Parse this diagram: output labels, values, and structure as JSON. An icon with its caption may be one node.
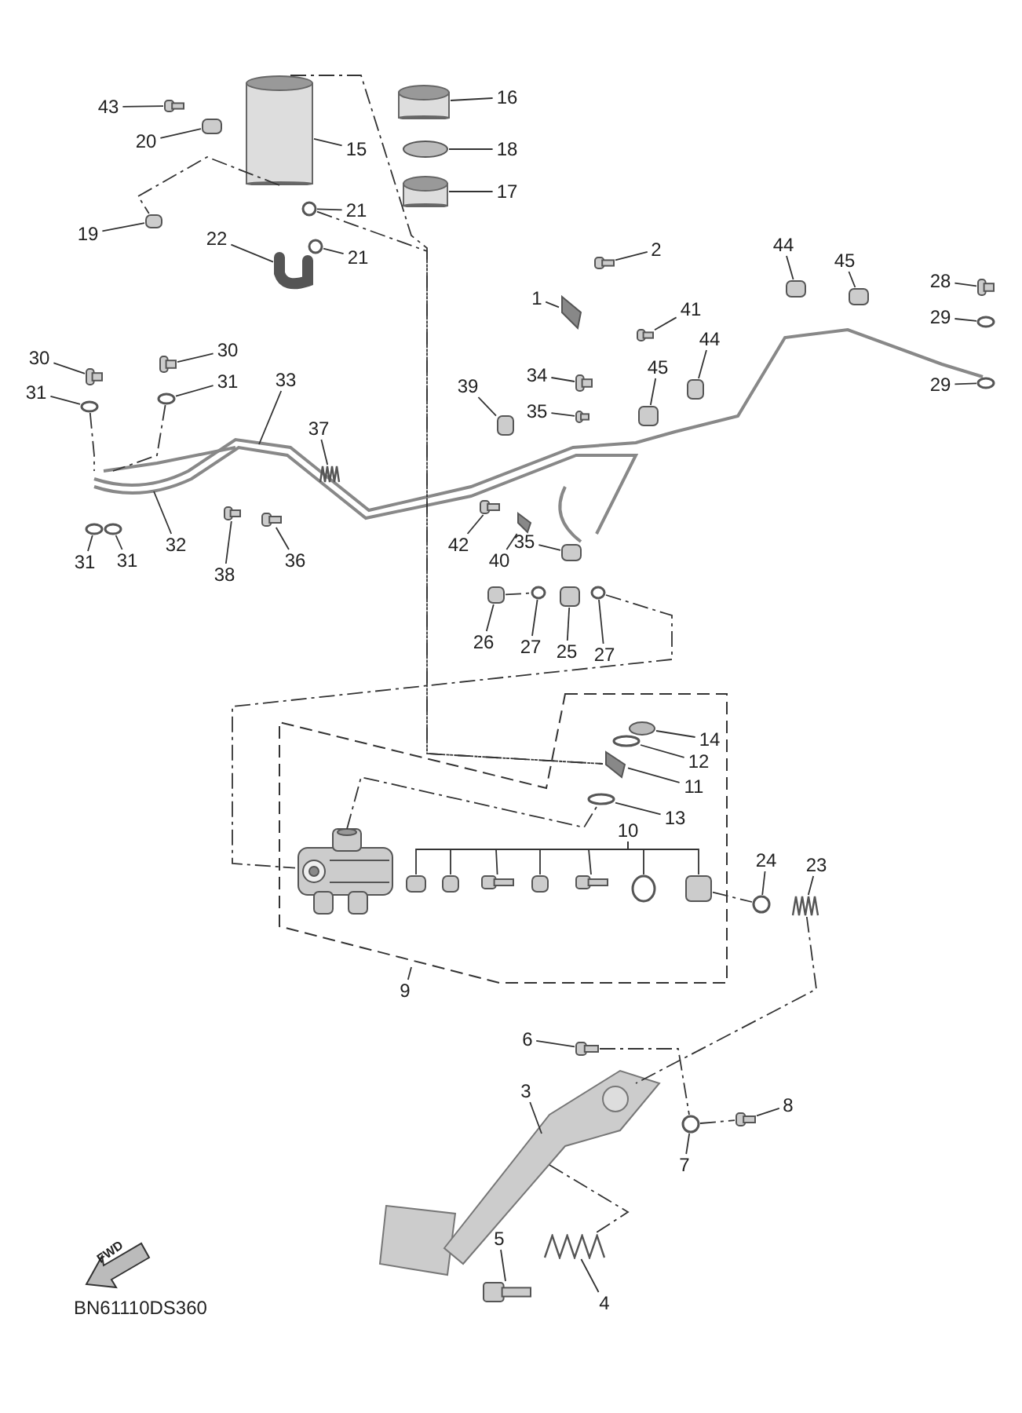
{
  "diagram": {
    "nodes": [
      {
        "text": [
          "16"
        ]
      },
      {
        "text": [
          "43"
        ]
      },
      {
        "text": [
          "20"
        ]
      },
      {
        "text": [
          "15"
        ]
      },
      {
        "text": [
          "18"
        ]
      },
      {
        "text": [
          "17"
        ]
      },
      {
        "text": [
          "21"
        ]
      },
      {
        "text": [
          "19"
        ]
      },
      {
        "text": [
          "22"
        ]
      },
      {
        "text": [
          "2"
        ]
      },
      {
        "text": [
          "44"
        ]
      },
      {
        "text": [
          "21"
        ]
      },
      {
        "text": [
          "45"
        ]
      },
      {
        "text": [
          "28"
        ]
      },
      {
        "text": [
          "1"
        ]
      },
      {
        "text": [
          "41"
        ]
      },
      {
        "text": [
          "29"
        ]
      },
      {
        "text": [
          "44"
        ]
      },
      {
        "text": [
          "30"
        ]
      },
      {
        "text": [
          "30"
        ]
      },
      {
        "text": [
          "45"
        ]
      },
      {
        "text": [
          "34"
        ]
      },
      {
        "text": [
          "33"
        ]
      },
      {
        "text": [
          "31"
        ]
      },
      {
        "text": [
          "29"
        ]
      },
      {
        "text": [
          "39"
        ]
      },
      {
        "text": [
          "31"
        ]
      },
      {
        "text": [
          "35"
        ]
      },
      {
        "text": [
          "37"
        ]
      },
      {
        "text": [
          "35"
        ]
      },
      {
        "text": [
          "42"
        ]
      },
      {
        "text": [
          "32"
        ]
      },
      {
        "text": [
          "40"
        ]
      },
      {
        "text": [
          "36"
        ]
      },
      {
        "text": [
          "31"
        ]
      },
      {
        "text": [
          "31"
        ]
      },
      {
        "text": [
          "38"
        ]
      },
      {
        "text": [
          "26"
        ]
      },
      {
        "text": [
          "27"
        ]
      },
      {
        "text": [
          "25"
        ]
      },
      {
        "text": [
          "27"
        ]
      },
      {
        "text": [
          "14"
        ]
      },
      {
        "text": [
          "12"
        ]
      },
      {
        "text": [
          "11"
        ]
      },
      {
        "text": [
          "13"
        ]
      },
      {
        "text": [
          "10"
        ]
      },
      {
        "text": [
          "24"
        ]
      },
      {
        "text": [
          "23"
        ]
      },
      {
        "text": [
          "9"
        ]
      },
      {
        "text": [
          "6"
        ]
      },
      {
        "text": [
          "3"
        ]
      },
      {
        "text": [
          "8"
        ]
      },
      {
        "text": [
          "7"
        ]
      },
      {
        "text": [
          "5"
        ]
      },
      {
        "text": [
          "4"
        ]
      },
      {
        "text": [],
        "shape": "cylinder"
      },
      {
        "text": [],
        "shape": "bar"
      },
      {
        "text": [],
        "shape": "box"
      },
      {
        "text": [],
        "shape": "cylinder"
      },
      {
        "text": [],
        "shape": "circle"
      },
      {
        "text": [],
        "shape": "cylinder"
      },
      {
        "text": [],
        "shape": "circle"
      },
      {
        "text": [],
        "shape": "box"
      },
      {
        "text": [],
        "shape": "picture"
      },
      {
        "text": [],
        "shape": "circle"
      },
      {
        "text": [],
        "shape": "bar"
      },
      {
        "text": [],
        "shape": "box"
      },
      {
        "text": [],
        "shape": "box"
      },
      {
        "text": [],
        "shape": "bar"
      },
      {
        "text": [],
        "shape": "picture"
      },
      {
        "text": [],
        "shape": "bar"
      },
      {
        "text": [],
        "shape": "circle"
      },
      {
        "text": [],
        "shape": "box"
      },
      {
        "text": [],
        "shape": "bar"
      },
      {
        "text": [],
        "shape": "bar"
      },
      {
        "text": [],
        "shape": "box"
      },
      {
        "text": [],
        "shape": "bar"
      },
      {
        "text": [],
        "shape": "picture"
      },
      {
        "text": [],
        "shape": "circle"
      },
      {
        "text": [],
        "shape": "box"
      },
      {
        "text": [],
        "shape": "circle"
      },
      {
        "text": [],
        "shape": "circle"
      },
      {
        "text": [],
        "shape": "bar"
      },
      {
        "text": [],
        "shape": "picture"
      },
      {
        "text": [],
        "shape": "box"
      },
      {
        "text": [],
        "shape": "bar"
      },
      {
        "text": [],
        "shape": "picture"
      },
      {
        "text": [],
        "shape": "bar"
      },
      {
        "text": [],
        "shape": "circle"
      },
      {
        "text": [],
        "shape": "circle"
      },
      {
        "text": [],
        "shape": "bar"
      },
      {
        "text": [],
        "shape": "box"
      },
      {
        "text": [],
        "shape": "circle"
      },
      {
        "text": [],
        "shape": "box"
      },
      {
        "text": [],
        "shape": "circle"
      },
      {
        "text": [],
        "shape": "circle"
      },
      {
        "text": [],
        "shape": "circle"
      },
      {
        "text": [],
        "shape": "picture"
      },
      {
        "text": [],
        "shape": "circle"
      },
      {
        "text": [],
        "shape": "box"
      },
      {
        "text": [],
        "shape": "box"
      },
      {
        "text": [],
        "shape": "bar"
      },
      {
        "text": [],
        "shape": "box"
      },
      {
        "text": [],
        "shape": "bar"
      },
      {
        "text": [],
        "shape": "circle"
      },
      {
        "text": [],
        "shape": "box"
      },
      {
        "text": [],
        "shape": "circle"
      },
      {
        "text": [],
        "shape": "picture"
      },
      {
        "text": [],
        "shape": "bar"
      },
      {
        "text": [],
        "shape": "picture"
      },
      {
        "text": [],
        "shape": "bar"
      },
      {
        "text": [],
        "shape": "circle"
      },
      {
        "text": [],
        "shape": "bar"
      },
      {
        "text": [],
        "shape": "picture"
      },
      {
        "text": [],
        "shape": "picture"
      }
    ],
    "edges": [
      {
        "from": 0,
        "to": 55,
        "arrow": "none"
      },
      {
        "from": 1,
        "to": 56,
        "arrow": "none"
      },
      {
        "from": 2,
        "to": 57,
        "arrow": "none"
      },
      {
        "from": 3,
        "to": 58,
        "arrow": "none"
      },
      {
        "from": 4,
        "to": 59,
        "arrow": "none"
      },
      {
        "from": 5,
        "to": 60,
        "arrow": "none"
      },
      {
        "from": 6,
        "to": 61,
        "arrow": "none"
      },
      {
        "from": 7,
        "to": 62,
        "arrow": "none"
      },
      {
        "from": 8,
        "to": 63,
        "arrow": "none"
      },
      {
        "from": 9,
        "to": 65,
        "arrow": "none"
      },
      {
        "from": 10,
        "to": 66,
        "arrow": "none"
      },
      {
        "from": 11,
        "to": 64,
        "arrow": "none"
      },
      {
        "from": 12,
        "to": 67,
        "arrow": "none"
      },
      {
        "from": 13,
        "to": 68,
        "arrow": "none"
      },
      {
        "from": 14,
        "to": 69,
        "arrow": "none"
      },
      {
        "from": 15,
        "to": 70,
        "arrow": "none"
      },
      {
        "from": 16,
        "to": 71,
        "arrow": "none"
      },
      {
        "from": 17,
        "to": 72,
        "arrow": "none"
      },
      {
        "from": 18,
        "to": 73,
        "arrow": "none"
      },
      {
        "from": 19,
        "to": 74,
        "arrow": "none"
      },
      {
        "from": 20,
        "to": 75,
        "arrow": "none"
      },
      {
        "from": 21,
        "to": 76,
        "arrow": "none"
      },
      {
        "from": 22,
        "to": 77,
        "arrow": "none"
      },
      {
        "from": 23,
        "to": 81,
        "arrow": "none"
      },
      {
        "from": 24,
        "to": 78,
        "arrow": "none"
      },
      {
        "from": 25,
        "to": 79,
        "arrow": "none"
      },
      {
        "from": 26,
        "to": 80,
        "arrow": "none"
      },
      {
        "from": 27,
        "to": 82,
        "arrow": "none"
      },
      {
        "from": 28,
        "to": 83,
        "arrow": "none"
      },
      {
        "from": 29,
        "to": 84,
        "arrow": "none"
      },
      {
        "from": 30,
        "to": 85,
        "arrow": "none"
      },
      {
        "from": 31,
        "to": 77,
        "arrow": "none"
      },
      {
        "from": 32,
        "to": 86,
        "arrow": "none"
      },
      {
        "from": 33,
        "to": 87,
        "arrow": "none"
      },
      {
        "from": 34,
        "to": 88,
        "arrow": "none"
      },
      {
        "from": 35,
        "to": 89,
        "arrow": "none"
      },
      {
        "from": 36,
        "to": 90,
        "arrow": "none"
      },
      {
        "from": 37,
        "to": 91,
        "arrow": "none"
      },
      {
        "from": 38,
        "to": 92,
        "arrow": "none"
      },
      {
        "from": 39,
        "to": 93,
        "arrow": "none"
      },
      {
        "from": 40,
        "to": 94,
        "arrow": "none"
      },
      {
        "from": 41,
        "to": 95,
        "arrow": "none"
      },
      {
        "from": 42,
        "to": 96,
        "arrow": "none"
      },
      {
        "from": 43,
        "to": 97,
        "arrow": "none"
      },
      {
        "from": 44,
        "to": 98,
        "arrow": "none"
      },
      {
        "from": 45,
        "to": 99,
        "arrow": "none"
      },
      {
        "from": 45,
        "to": 100,
        "arrow": "none"
      },
      {
        "from": 45,
        "to": 101,
        "arrow": "none"
      },
      {
        "from": 45,
        "to": 102,
        "arrow": "none"
      },
      {
        "from": 45,
        "to": 103,
        "arrow": "none"
      },
      {
        "from": 45,
        "to": 104,
        "arrow": "none"
      },
      {
        "from": 45,
        "to": 105,
        "arrow": "none"
      },
      {
        "from": 46,
        "to": 106,
        "arrow": "none"
      },
      {
        "from": 47,
        "to": 107,
        "arrow": "none"
      },
      {
        "from": 48,
        "to": null,
        "arrow": "none"
      },
      {
        "from": 49,
        "to": 108,
        "arrow": "none"
      },
      {
        "from": 50,
        "to": 109,
        "arrow": "none"
      },
      {
        "from": 51,
        "to": 110,
        "arrow": "none"
      },
      {
        "from": 52,
        "to": 111,
        "arrow": "none"
      },
      {
        "from": 53,
        "to": 112,
        "arrow": "none"
      },
      {
        "from": 54,
        "to": 113,
        "arrow": "none"
      },
      {
        "from": 58,
        "to": 97,
        "arrow": "none",
        "style": "dashed"
      },
      {
        "from": 61,
        "to": 97,
        "arrow": "none",
        "style": "dashed"
      },
      {
        "from": 58,
        "to": 62,
        "arrow": "none",
        "style": "dashed"
      },
      {
        "from": 80,
        "to": 77,
        "arrow": "none",
        "style": "dashed"
      },
      {
        "from": 81,
        "to": 77,
        "arrow": "none",
        "style": "dashed"
      },
      {
        "from": 91,
        "to": 92,
        "arrow": "none",
        "style": "dashed"
      },
      {
        "from": 94,
        "to": 114,
        "arrow": "none",
        "style": "dashed"
      },
      {
        "from": 114,
        "to": 98,
        "arrow": "none",
        "style": "dashed"
      },
      {
        "from": 105,
        "to": 106,
        "arrow": "none",
        "style": "dashed"
      },
      {
        "from": 107,
        "to": 109,
        "arrow": "none",
        "style": "dashed"
      },
      {
        "from": 109,
        "to": 113,
        "arrow": "none",
        "style": "dashed"
      },
      {
        "from": 111,
        "to": 110,
        "arrow": "none",
        "style": "dashed"
      },
      {
        "from": 108,
        "to": 111,
        "arrow": "none",
        "style": "dashed"
      }
    ],
    "labels": [
      "FWD",
      "BN61110DS360"
    ]
  }
}
